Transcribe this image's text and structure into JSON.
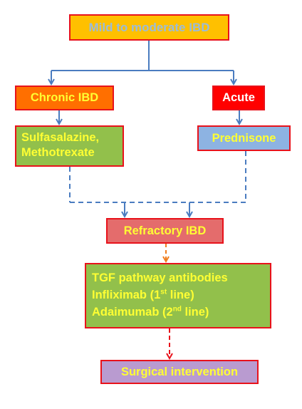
{
  "nodes": {
    "mild": "Mild to moderate IBD",
    "chronic": "Chronic IBD",
    "acute": "Acute",
    "sulfa_line1": "Sulfasalazine,",
    "sulfa_line2": "Methotrexate",
    "prednisone": "Prednisone",
    "refractory": "Refractory IBD",
    "tgf_line1": "TGF pathway antibodies",
    "tgf_line2_pre": "Infliximab (1",
    "tgf_line2_sup": "st",
    "tgf_line2_post": " line)",
    "tgf_line3_pre": "Adaimumab (2",
    "tgf_line3_sup": "nd",
    "tgf_line3_post": " line)",
    "surgical": "Surgical intervention"
  },
  "colors": {
    "solid_connector": "#4a7cc0",
    "dashed_connector_blue": "#4a7cc0",
    "dashed_connector_orange": "#f07d1e",
    "dashed_connector_red": "#e8121b",
    "box_border": "#e8121b"
  }
}
